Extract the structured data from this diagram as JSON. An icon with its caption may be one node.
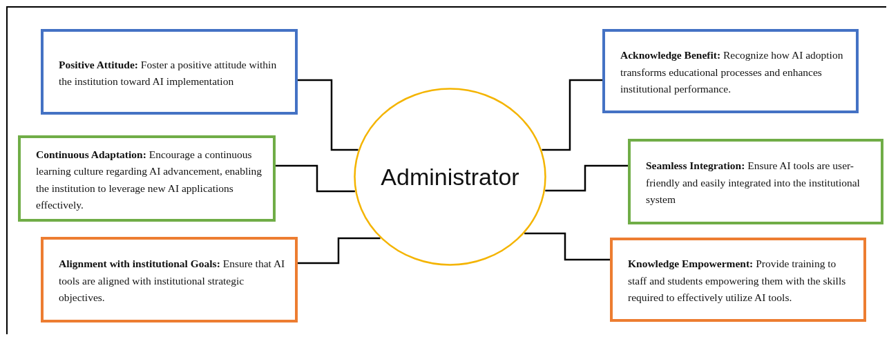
{
  "diagram": {
    "nodes": [
      {
        "text": [
          "Administrator"
        ]
      },
      {
        "text": [
          "**Positive Attitude:** Foster a positive attitude within the institution toward AI implementation"
        ]
      },
      {
        "text": [
          "**Continuous Adaptation:** Encourage a continuous learning culture regarding AI advancement, enabling the institution to leverage new AI applications effectively."
        ]
      },
      {
        "text": [
          "**Alignment with institutional Goals:** Ensure that AI tools are aligned with institutional strategic objectives."
        ]
      },
      {
        "text": [
          "**Acknowledge Benefit:** Recognize how AI adoption transforms educational processes and enhances institutional performance."
        ]
      },
      {
        "text": [
          "**Seamless Integration:** Ensure AI tools are user-friendly and easily integrated into the institutional system"
        ]
      },
      {
        "text": [
          "**Knowledge Empowerment:** Provide training to staff and students empowering them with the skills required to effectively utilize AI tools."
        ]
      }
    ],
    "edges": [
      {
        "from": 0,
        "to": 1,
        "arrow": "none"
      },
      {
        "from": 0,
        "to": 2,
        "arrow": "none"
      },
      {
        "from": 0,
        "to": 3,
        "arrow": "none"
      },
      {
        "from": 0,
        "to": 4,
        "arrow": "none"
      },
      {
        "from": 0,
        "to": 5,
        "arrow": "none"
      },
      {
        "from": 0,
        "to": 6,
        "arrow": "none"
      }
    ]
  }
}
